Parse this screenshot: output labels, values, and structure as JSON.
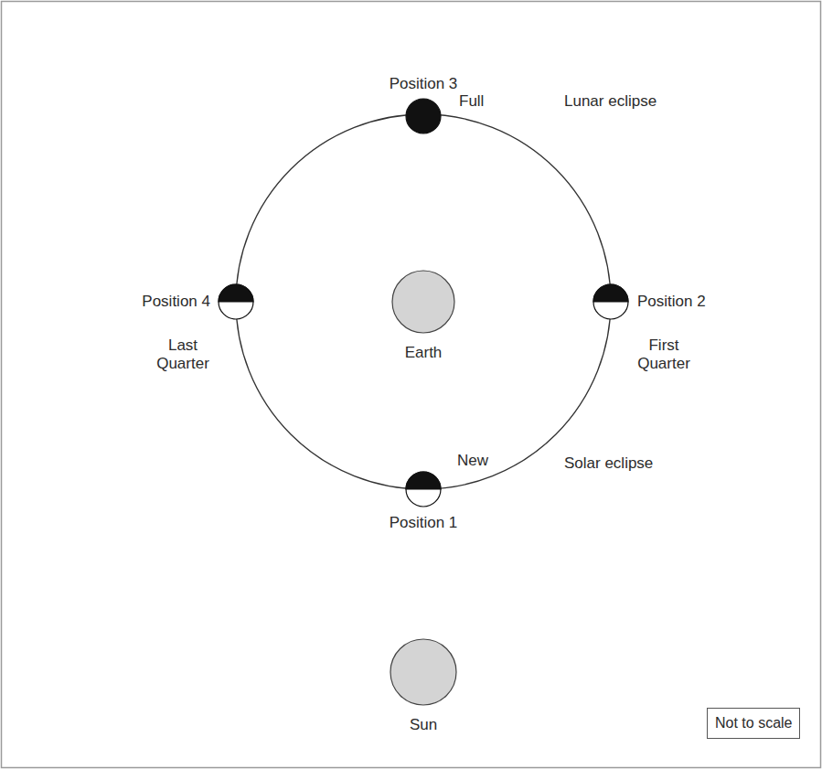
{
  "diagram": {
    "nodes": [
      {
        "text": [
          "Position 3",
          "Full"
        ]
      },
      {
        "text": [
          "Position 4",
          "Last Quarter"
        ]
      },
      {
        "text": [
          "Earth"
        ]
      },
      {
        "text": [
          "Position 2",
          "First Quarter"
        ]
      },
      {
        "text": [
          "Position 1",
          "New"
        ]
      },
      {
        "text": [
          "Sun"
        ]
      },
      {
        "text": [
          "Not to scale"
        ]
      }
    ],
    "labels": [
      "Lunar eclipse",
      "Solar eclipse"
    ]
  }
}
